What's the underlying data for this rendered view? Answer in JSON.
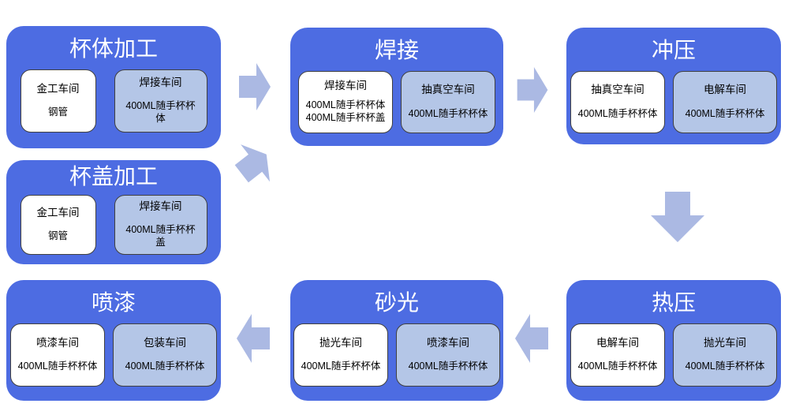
{
  "diagram": {
    "description_type": "process-flow",
    "colors": {
      "box_blue": "#4d6ce2",
      "sub_box_blue": "#b4c6e7",
      "sub_box_white": "#ffffff",
      "arrow_blue": "#abb9e3",
      "sub_box_border": "#404040",
      "title_text": "#ffffff",
      "body_text": "#000000"
    },
    "groups": [
      {
        "id": "cup-body-processing",
        "title": "杯体加工",
        "white": {
          "name": "金工车间",
          "items": [
            "钢管"
          ]
        },
        "blue": {
          "name": "焊接车间",
          "items": [
            "400ML随手杯杯体"
          ]
        }
      },
      {
        "id": "cup-lid-processing",
        "title": "杯盖加工",
        "white": {
          "name": "金工车间",
          "items": [
            "钢管"
          ]
        },
        "blue": {
          "name": "焊接车间",
          "items": [
            "400ML随手杯杯盖"
          ]
        }
      },
      {
        "id": "welding",
        "title": "焊接",
        "white": {
          "name": "焊接车间",
          "items": [
            "400ML随手杯杯体",
            "400ML随手杯杯盖"
          ]
        },
        "blue": {
          "name": "抽真空车间",
          "items": [
            "400ML随手杯杯体"
          ]
        }
      },
      {
        "id": "stamping",
        "title": "冲压",
        "white": {
          "name": "抽真空车间",
          "items": [
            "400ML随手杯杯体"
          ]
        },
        "blue": {
          "name": "电解车间",
          "items": [
            "400ML随手杯杯体"
          ]
        }
      },
      {
        "id": "hot-pressing",
        "title": "热压",
        "white": {
          "name": "电解车间",
          "items": [
            "400ML随手杯杯体"
          ]
        },
        "blue": {
          "name": "抛光车间",
          "items": [
            "400ML随手杯杯体"
          ]
        }
      },
      {
        "id": "sanding",
        "title": "砂光",
        "white": {
          "name": "抛光车间",
          "items": [
            "400ML随手杯杯体"
          ]
        },
        "blue": {
          "name": "喷漆车间",
          "items": [
            "400ML随手杯杯体"
          ]
        }
      },
      {
        "id": "painting",
        "title": "喷漆",
        "white": {
          "name": "喷漆车间",
          "items": [
            "400ML随手杯杯体"
          ]
        },
        "blue": {
          "name": "包装车间",
          "items": [
            "400ML随手杯杯体"
          ]
        }
      }
    ],
    "arrows": [
      {
        "name": "arrow-cup-body-to-welding",
        "direction": "right"
      },
      {
        "name": "arrow-cup-lid-to-welding",
        "direction": "up-right"
      },
      {
        "name": "arrow-welding-to-stamping",
        "direction": "right"
      },
      {
        "name": "arrow-stamping-to-hot-pressing",
        "direction": "down"
      },
      {
        "name": "arrow-hot-pressing-to-sanding",
        "direction": "left"
      },
      {
        "name": "arrow-sanding-to-painting",
        "direction": "left"
      }
    ]
  }
}
